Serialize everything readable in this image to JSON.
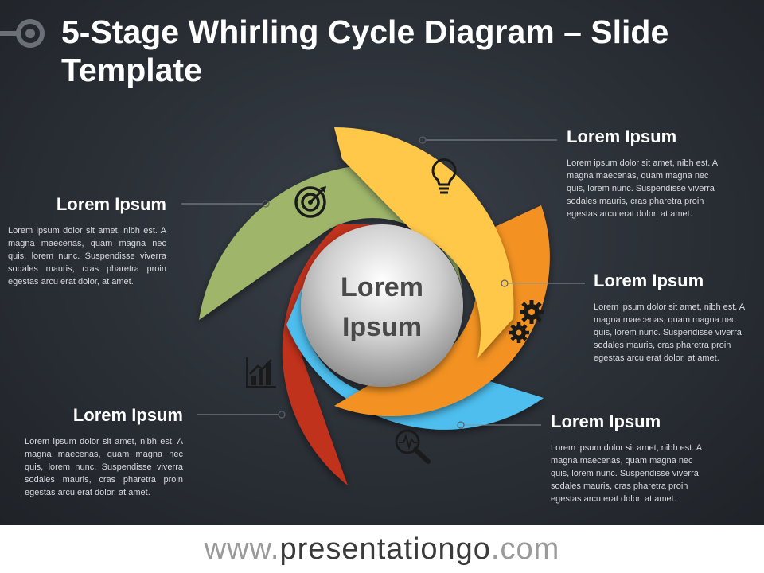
{
  "title": "5-Stage Whirling Cycle Diagram – Slide Template",
  "center_label": [
    "Lorem",
    "Ipsum"
  ],
  "stages": [
    {
      "heading": "Lorem Ipsum",
      "body": "Lorem ipsum dolor sit amet, nibh est. A magna maecenas, quam magna nec quis, lorem nunc. Suspendisse viverra sodales mauris, cras pharetra proin egestas arcu erat dolor, at amet.",
      "color": "#FFC84A",
      "icon": "lightbulb-icon"
    },
    {
      "heading": "Lorem Ipsum",
      "body": "Lorem ipsum dolor sit amet, nibh est. A magna maecenas, quam magna nec quis, lorem nunc. Suspendisse viverra sodales mauris, cras pharetra proin egestas arcu erat dolor, at amet.",
      "color": "#F39223",
      "icon": "gears-icon"
    },
    {
      "heading": "Lorem Ipsum",
      "body": "Lorem ipsum dolor sit amet, nibh est. A magna maecenas, quam magna nec quis, lorem nunc. Suspendisse viverra sodales mauris, cras pharetra proin egestas arcu erat dolor, at amet.",
      "color": "#4EBEEE",
      "icon": "magnifier-pulse-icon"
    },
    {
      "heading": "Lorem Ipsum",
      "body": "Lorem ipsum dolor sit amet, nibh est. A magna maecenas, quam magna nec quis, lorem nunc. Suspendisse viverra sodales mauris, cras pharetra proin egestas arcu erat dolor, at amet.",
      "color": "#C0301D",
      "icon": "bar-chart-icon"
    },
    {
      "heading": "Lorem Ipsum",
      "body": "Lorem ipsum dolor sit amet, nibh est. A magna maecenas, quam magna nec quis, lorem nunc. Suspendisse viverra sodales mauris, cras pharetra proin egestas arcu erat dolor, at amet.",
      "color": "#9EB56A",
      "icon": "target-icon"
    }
  ],
  "footer": {
    "prefix": "www.",
    "brand": "presentationgo",
    "suffix": ".com"
  }
}
